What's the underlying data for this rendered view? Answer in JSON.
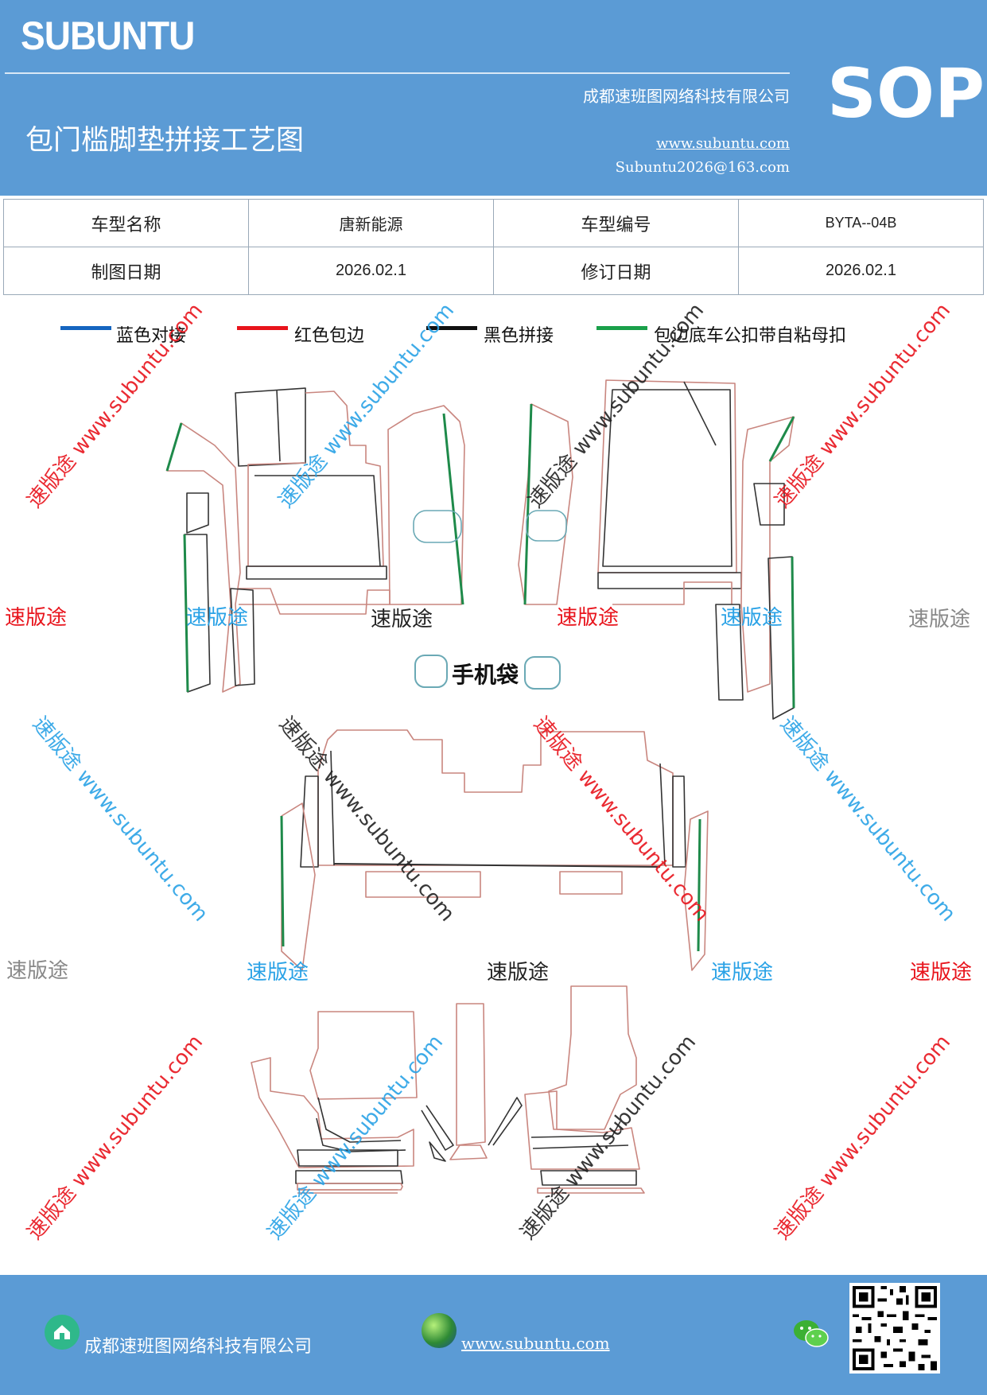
{
  "header": {
    "brand": "SUBUNTU",
    "badge": "SOP",
    "title": "包门槛脚垫拼接工艺图",
    "company": "成都速班图网络科技有限公司",
    "website": "www.subuntu.com",
    "email": "Subuntu2026@163.com"
  },
  "info_table": {
    "row1": [
      "车型名称",
      "唐新能源",
      "车型编号",
      "BYTA--04B"
    ],
    "row2": [
      "制图日期",
      "2026.02.1",
      "修订日期",
      "2026.02.1"
    ]
  },
  "legend": [
    {
      "label": "蓝色对接",
      "color": "#1565c0"
    },
    {
      "label": "红色包边",
      "color": "#e8141c"
    },
    {
      "label": "黑色拼接",
      "color": "#111111"
    },
    {
      "label": "包边底车公扣带自粘母扣",
      "color": "#1aa04a"
    }
  ],
  "watermark": {
    "short": "速版途",
    "long": "速版途 www.subuntu.com",
    "colors": {
      "red": "#e8141c",
      "blue": "#2aa2e6",
      "gray": "#888888",
      "black": "#222222"
    }
  },
  "drawing": {
    "phone_bag_label": "手机袋",
    "outline_colors": {
      "red": "#c9867f",
      "black": "#333333",
      "green": "#1e8a4a",
      "teal": "#6aa9b5"
    }
  },
  "footer": {
    "company": "成都速班图网络科技有限公司",
    "website": "www.subuntu.com",
    "icons": [
      "home-icon",
      "globe-icon",
      "wechat-icon",
      "qr-code"
    ]
  }
}
